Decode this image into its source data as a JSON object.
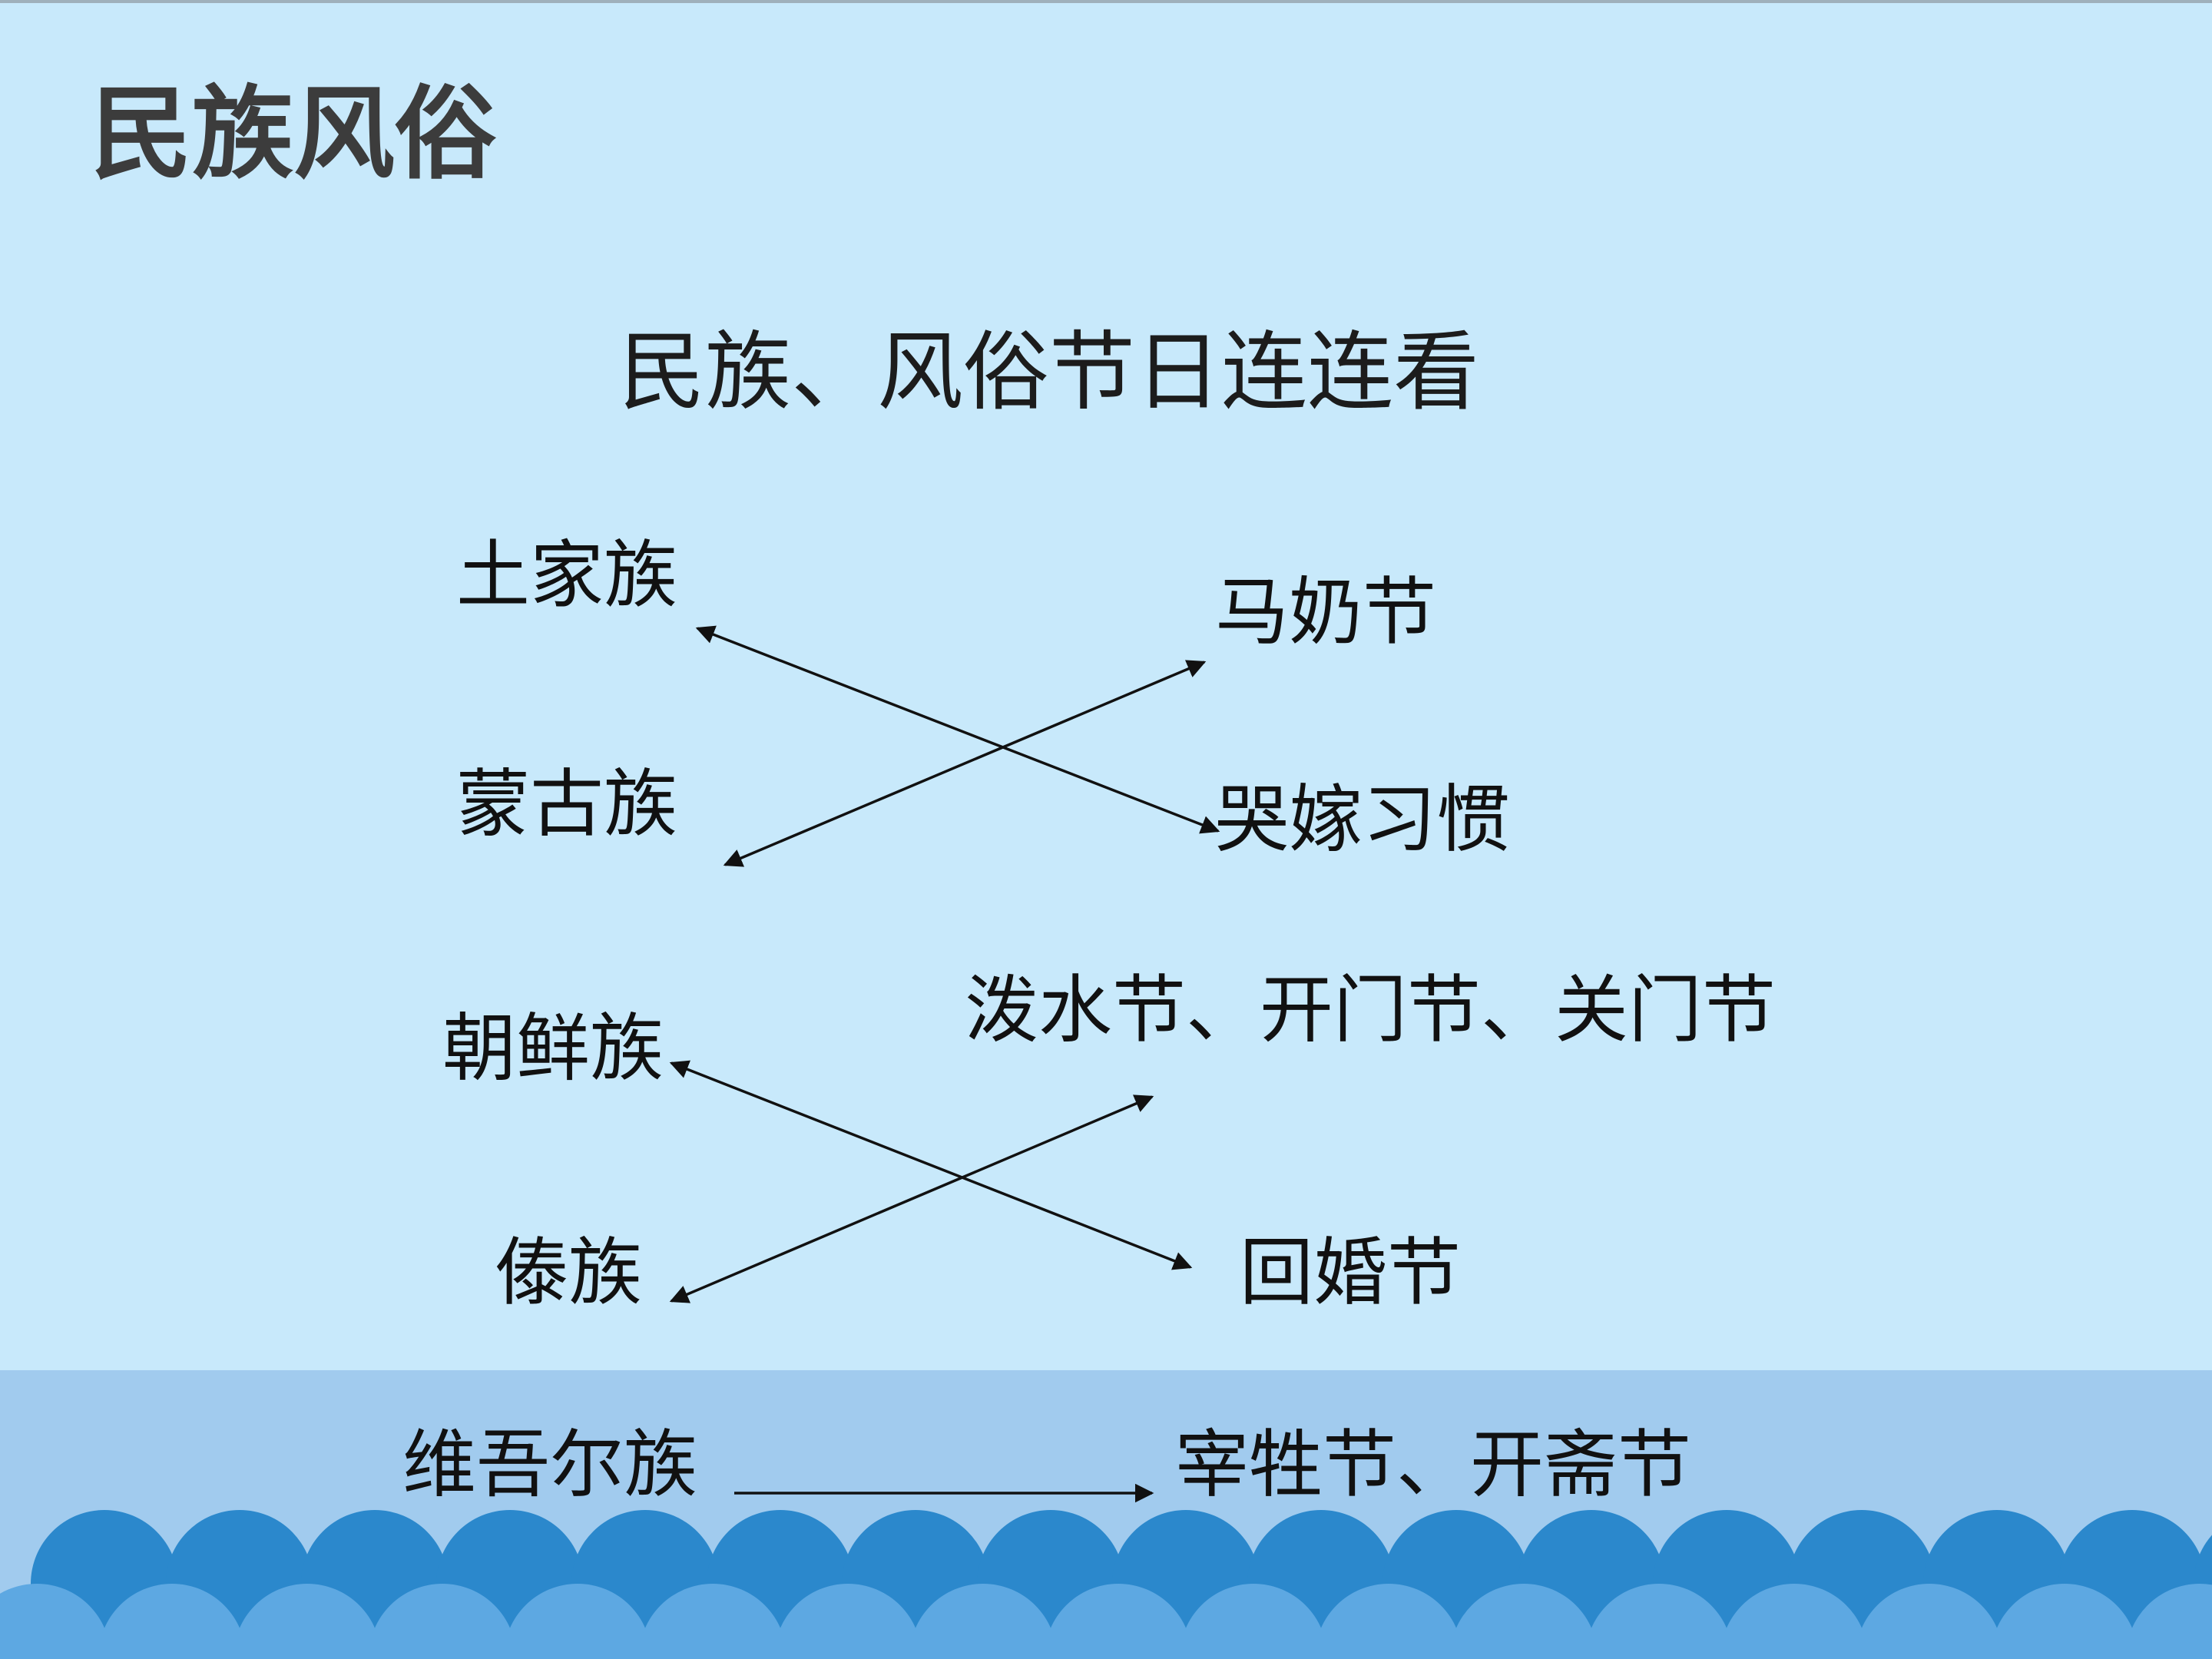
{
  "slide": {
    "title": "民族风俗",
    "subtitle": "民族、风俗节日连连看",
    "peoples": [
      "土家族",
      "蒙古族",
      "朝鲜族",
      "傣族",
      "维吾尔族"
    ],
    "customs": [
      "马奶节",
      "哭嫁习惯",
      "泼水节、开门节、关门节",
      "回婚节",
      "宰牲节、开斋节"
    ]
  },
  "colors": {
    "background": "#c8e9fb",
    "band": "#a1cbee",
    "wave_back": "#2b88cc",
    "wave_front": "#5da8e2",
    "text": "#111111",
    "title": "#3c3c3c"
  }
}
